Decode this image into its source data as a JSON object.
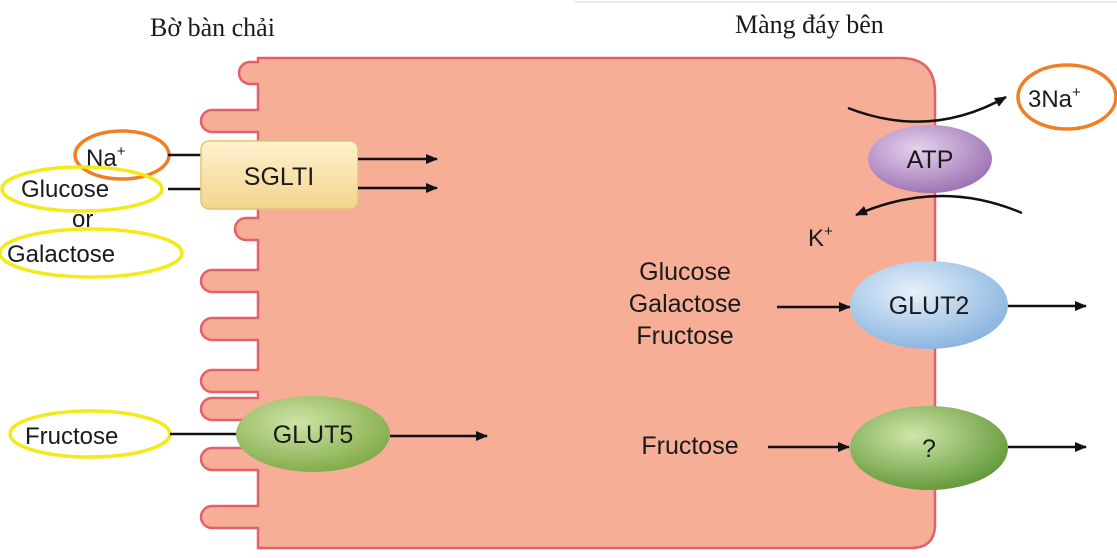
{
  "headings": {
    "apical": "Bờ bàn chải",
    "basolateral": "Màng đáy bên"
  },
  "apical_side": {
    "sodium": {
      "base": "Na",
      "sup": "+"
    },
    "glucose": "Glucose",
    "or": "or",
    "galactose": "Galactose",
    "fructose": "Fructose"
  },
  "transporters": {
    "sglt": "SGLTI",
    "glut5": "GLUT5",
    "atp": "ATP",
    "glut2": "GLUT2",
    "unknown": "?"
  },
  "basolateral_side": {
    "sodium_out": {
      "base": "3Na",
      "sup": "+"
    },
    "potassium_in": {
      "base": "K",
      "sup": "+"
    },
    "glut2_substrates": [
      "Glucose",
      "Galactose",
      "Fructose"
    ],
    "fructose": "Fructose"
  },
  "colors": {
    "cell_fill": "#f6ae96",
    "cell_border": "#e4606a",
    "sglt_fill": "#fbe5ad",
    "atp_fill": "#b28ac4",
    "glut2_fill": "#a9cbea",
    "green_fill": "#8fbb55",
    "highlight_orange": "#f07f23",
    "highlight_yellow": "#f2ea1a"
  }
}
